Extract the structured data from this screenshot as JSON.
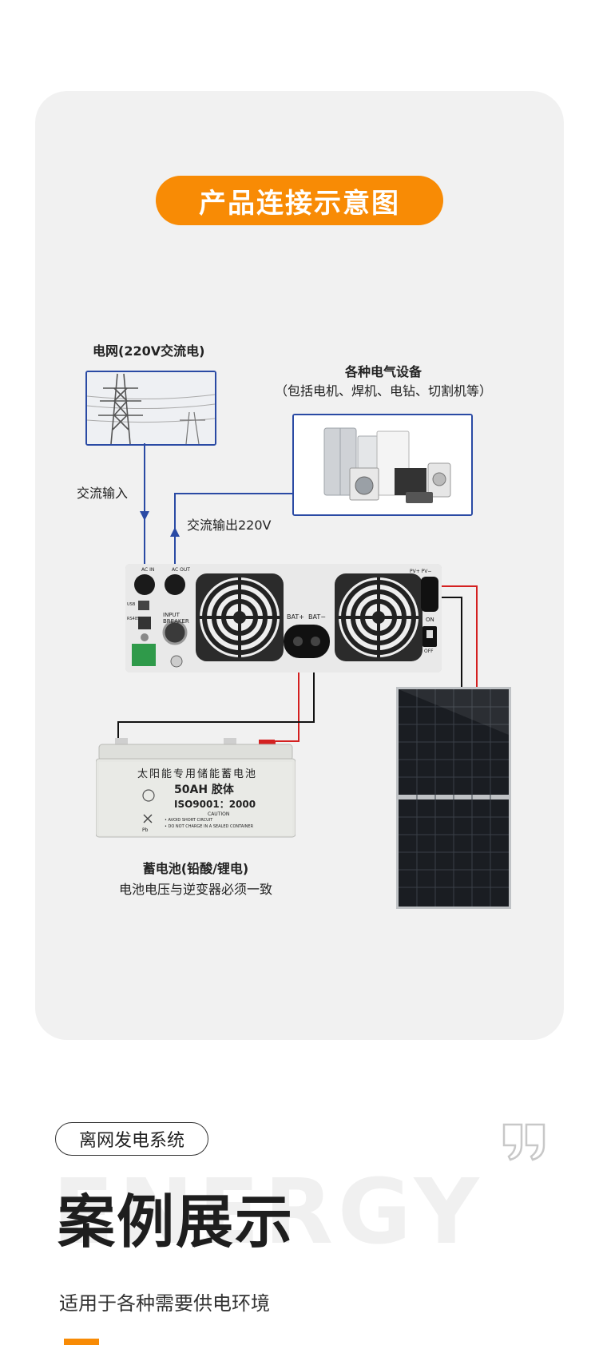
{
  "diagram": {
    "title": "产品连接示意图",
    "grid_label": "电网(220V交流电)",
    "ac_input_label": "交流输入",
    "ac_output_label": "交流输出220V",
    "appliances_title": "各种电气设备",
    "appliances_sub": "（包括电机、焊机、电钻、切割机等）",
    "battery_title": "蓄电池(铅酸/锂电)",
    "battery_sub": "电池电压与逆变器必须一致",
    "inverter": {
      "ac_in": "AC IN",
      "ac_out": "AC OUT",
      "usb": "USB",
      "rs485": "RS485",
      "input_breaker": "INPUT\nBREAKER",
      "bat_plus": "BAT+",
      "bat_minus": "BAT−",
      "pv": "PV+ PV−",
      "on": "ON",
      "off": "OFF"
    },
    "battery_label": {
      "line1": "太阳能专用储能蓄电池",
      "line2": "50AH  胶体",
      "line3": "ISO9001：2000",
      "caution": "CAUTION",
      "c1": "• AVOID SHORT CIRCUIT",
      "c2": "• DO NOT CHARGE IN A SEALED CONTAINER",
      "pb": "Pb"
    },
    "colors": {
      "accent": "#f88b05",
      "wire_blue": "#2a4aa4",
      "wire_red": "#d42020"
    }
  },
  "section": {
    "tag": "离网发电系统",
    "ghost_text": "ENERGY",
    "title": "案例展示",
    "subtitle": "适用于各种需要供电环境"
  }
}
